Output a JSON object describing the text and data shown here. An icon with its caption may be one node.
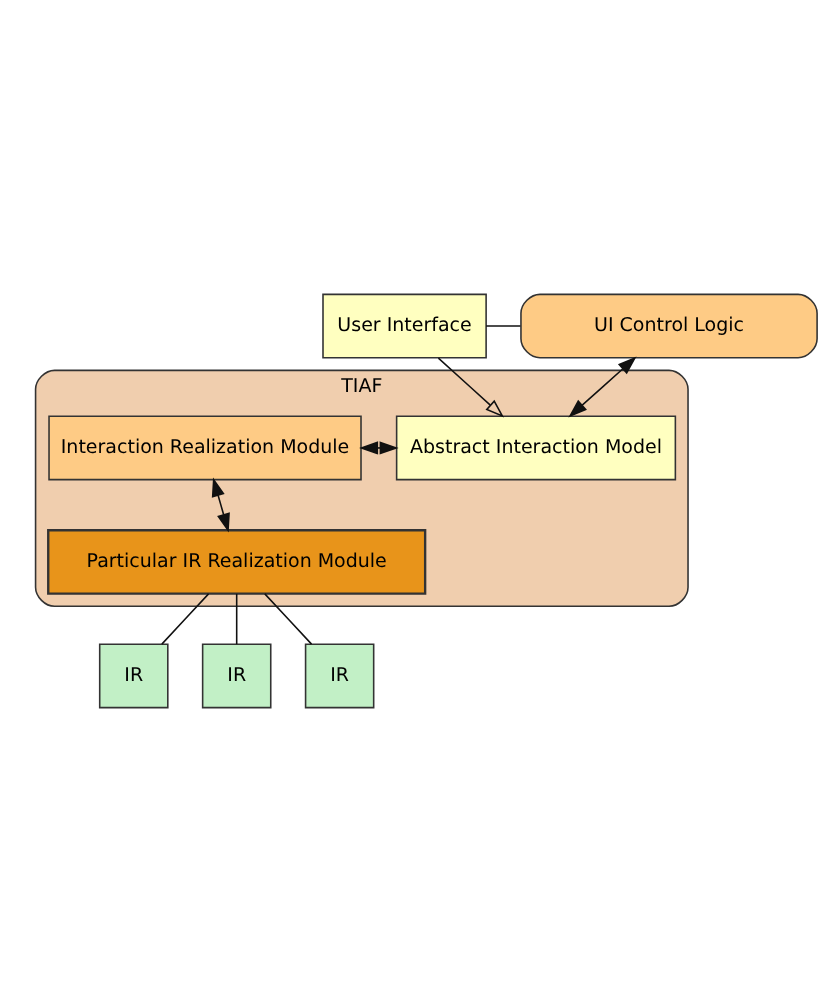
{
  "diagram": {
    "nodes": [
      {
        "text": [
          "User Interface"
        ]
      },
      {
        "text": [
          "UI Control Logic"
        ]
      },
      {
        "text": [
          "TIAF"
        ]
      },
      {
        "text": [
          "Abstract Interaction Model"
        ],
        "in": 2
      },
      {
        "text": [
          "Interaction Realization Module"
        ],
        "in": 2
      },
      {
        "text": [
          "Particular IR Realization Module"
        ],
        "in": 2
      },
      {
        "text": [
          "IR"
        ]
      },
      {
        "text": [
          "IR"
        ]
      },
      {
        "text": [
          "IR"
        ]
      }
    ],
    "edges": [
      {
        "from": 0,
        "to": 1,
        "arrow": "none"
      },
      {
        "from": 0,
        "to": 3,
        "arrow": "to"
      },
      {
        "from": 1,
        "to": 3,
        "arrow": "both"
      },
      {
        "from": 3,
        "to": 4,
        "arrow": "both"
      },
      {
        "from": 4,
        "to": 5,
        "arrow": "both"
      },
      {
        "from": 5,
        "to": 6,
        "arrow": "none"
      },
      {
        "from": 5,
        "to": 7,
        "arrow": "none"
      },
      {
        "from": 5,
        "to": 8,
        "arrow": "none"
      }
    ]
  }
}
